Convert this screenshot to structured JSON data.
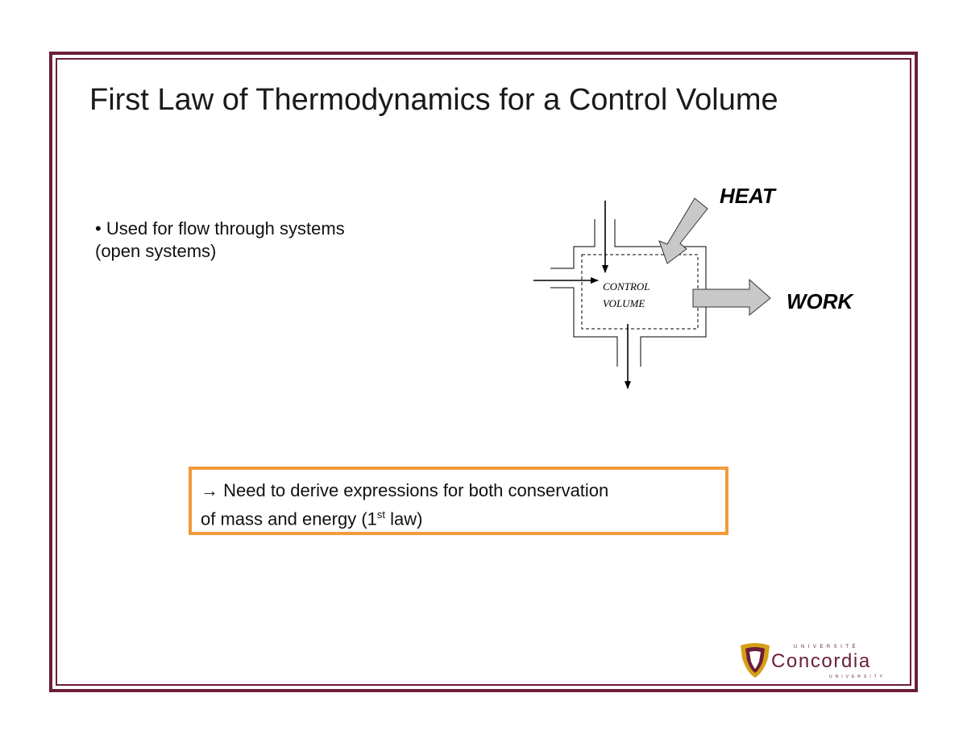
{
  "slide": {
    "title": "First Law of Thermodynamics for a Control Volume",
    "bullet_line1": "• Used for flow through systems",
    "bullet_line2": "(open systems)",
    "callout": {
      "arrow": "→",
      "line1_text": " Need to derive expressions for both conservation",
      "line2_prefix": "of mass and energy (1",
      "line2_sup": "st",
      "line2_suffix": " law)"
    }
  },
  "diagram": {
    "heat_label": "HEAT",
    "work_label": "WORK",
    "control_label_1": "CONTROL",
    "control_label_2": "VOLUME"
  },
  "logo": {
    "top_text": "UNIVERSITÉ",
    "name": "Concordia",
    "bottom_text": "UNIVERSITY"
  },
  "colors": {
    "frame": "#6b1e3a",
    "callout_border": "#f39a3a",
    "arrow_fill": "#c8c8c8",
    "logo_gold": "#d4a017"
  }
}
